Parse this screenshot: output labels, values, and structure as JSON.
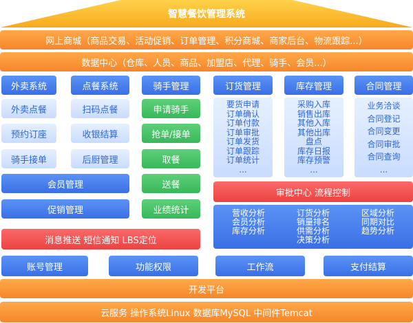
{
  "title": "智慧餐饮管理系统",
  "layers": {
    "mall": "网上商城（商品交易、活动促销、订单管理、积分商城、商家后台、物流跟踪...）",
    "data_center": "数据中心（仓库、人员、商品、加盟店、代理、骑手、会员...）"
  },
  "headers": [
    "外卖系统",
    "点餐系统",
    "骑手管理",
    "订货管理",
    "库存管理",
    "合同管理"
  ],
  "takeaway": [
    "外卖点餐",
    "预约订座",
    "骑手接单"
  ],
  "ordering": [
    "扫码点餐",
    "收银结算",
    "后厨管理"
  ],
  "rider": [
    "申请骑手",
    "抢单/接单",
    "取餐",
    "送餐",
    "业绩统计"
  ],
  "member_mgmt": "会员管理",
  "promo_mgmt": "促销管理",
  "messaging": "消息推送  短信通知  LBS定位",
  "order_goods": [
    "要货申请",
    "订单确认",
    "订单付款",
    "订单审批",
    "订单发货",
    "订单跟踪",
    "订单统计",
    "..."
  ],
  "inventory": [
    "采购入库",
    "销售出库",
    "其他入库",
    "其他出库",
    "盘点",
    "库存日报",
    "库存预警",
    "..."
  ],
  "contract": [
    "业务洽谈",
    "合同登记",
    "合同变更",
    "合同审批",
    "合同查询",
    "..."
  ],
  "approval": "审批中心  流程控制",
  "analysis": [
    "营收分析",
    "订货分析",
    "区域分析",
    "会员分析",
    "销量排名",
    "同期对比",
    "库存分析",
    "供需分析",
    "趋势分析"
  ],
  "decision": "决策分析",
  "platform_items": [
    "账号管理",
    "功能权限",
    "工作流",
    "支付结算"
  ],
  "dev_platform": "开发平台",
  "cloud": "云服务  操作系统Linux  数据库MySQL  中间件Temcat"
}
